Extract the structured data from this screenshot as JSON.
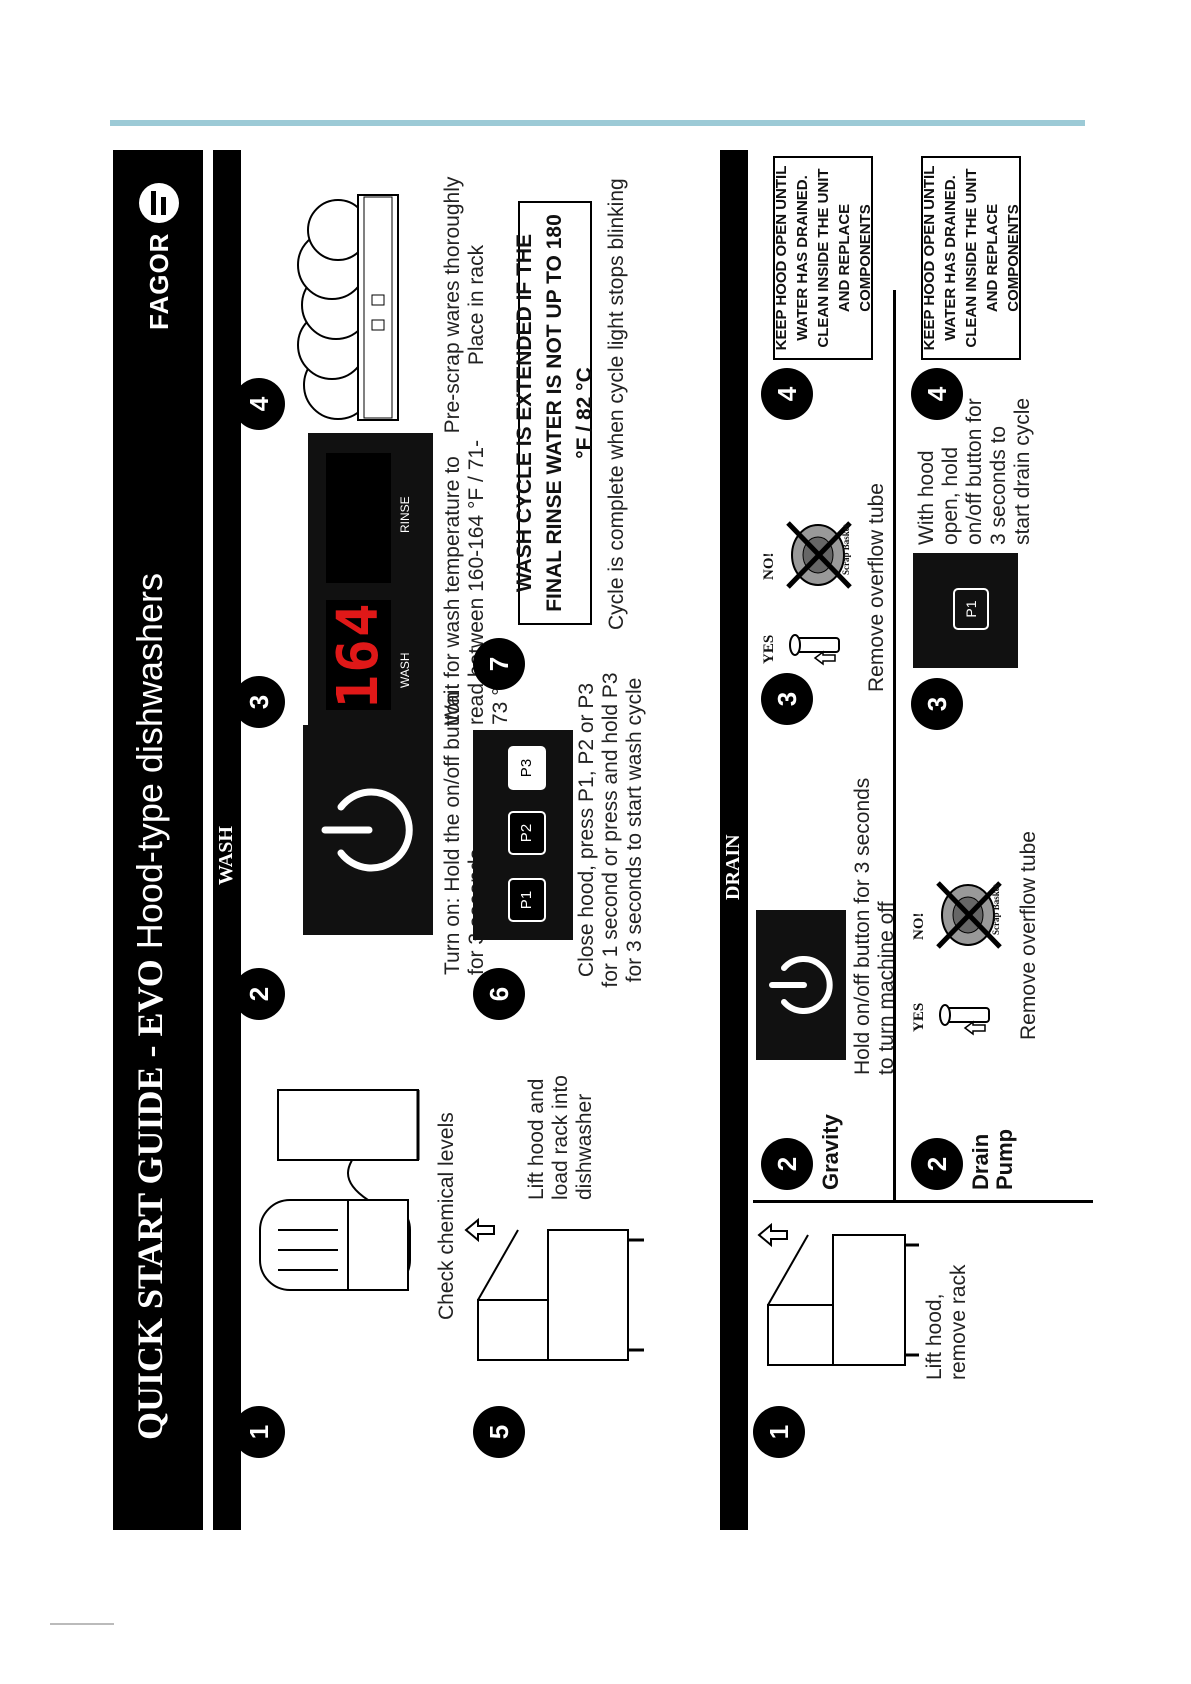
{
  "header": {
    "title_bold": "QUICK START GUIDE - EVO",
    "title_rest": "Hood-type dishwashers",
    "brand": "FAGOR"
  },
  "sections": {
    "wash": "WASH",
    "drain": "DRAIN"
  },
  "wash_steps": [
    {
      "number": "1",
      "text": "Check chemical levels"
    },
    {
      "number": "2",
      "text": "Turn on: Hold the on/off button for 3 seconds"
    },
    {
      "number": "3",
      "text": "Wait for wash temperature to read between 160-164 °F / 71-73 °C"
    },
    {
      "number": "4",
      "text": "Pre-scrap wares thoroughly Place in rack"
    },
    {
      "number": "5",
      "text": "Lift hood and load rack into dishwasher"
    },
    {
      "number": "6",
      "text": "Close hood, press P1, P2 or P3 for 1 second or press and hold P3 for 3 seconds to start wash cycle"
    },
    {
      "number": "7",
      "text": "Cycle is complete when cycle light stops blinking"
    }
  ],
  "wash_warning": "WASH CYCLE IS EXTENDED IF THE FINAL RINSE WATER IS NOT UP TO 180 °F / 82 °C",
  "display": {
    "wash_value": "164",
    "wash_label": "WASH",
    "rinse_label": "RINSE"
  },
  "program_buttons": [
    "P1",
    "P2",
    "P3"
  ],
  "drain": {
    "step1": {
      "number": "1",
      "text": "Lift hood, remove rack"
    },
    "gravity": {
      "number": "2",
      "label": "Gravity",
      "step2_text": "Hold on/off button for 3 seconds to turn machine off",
      "step3_number": "3",
      "step3_text": "Remove overflow tube",
      "step4_number": "4"
    },
    "pump": {
      "number": "2",
      "label": "Drain Pump",
      "step2_text": "Remove overflow tube",
      "step3_number": "3",
      "step3_text": "With hood open, hold on/off button for 3 seconds to start drain cycle",
      "step4_number": "4"
    },
    "warning": "KEEP HOOD OPEN UNTIL WATER HAS DRAINED. CLEAN INSIDE THE UNIT AND REPLACE COMPONENTS",
    "yes_label": "YES",
    "no_label": "NO!",
    "basket_label": "Scrap Basket"
  }
}
